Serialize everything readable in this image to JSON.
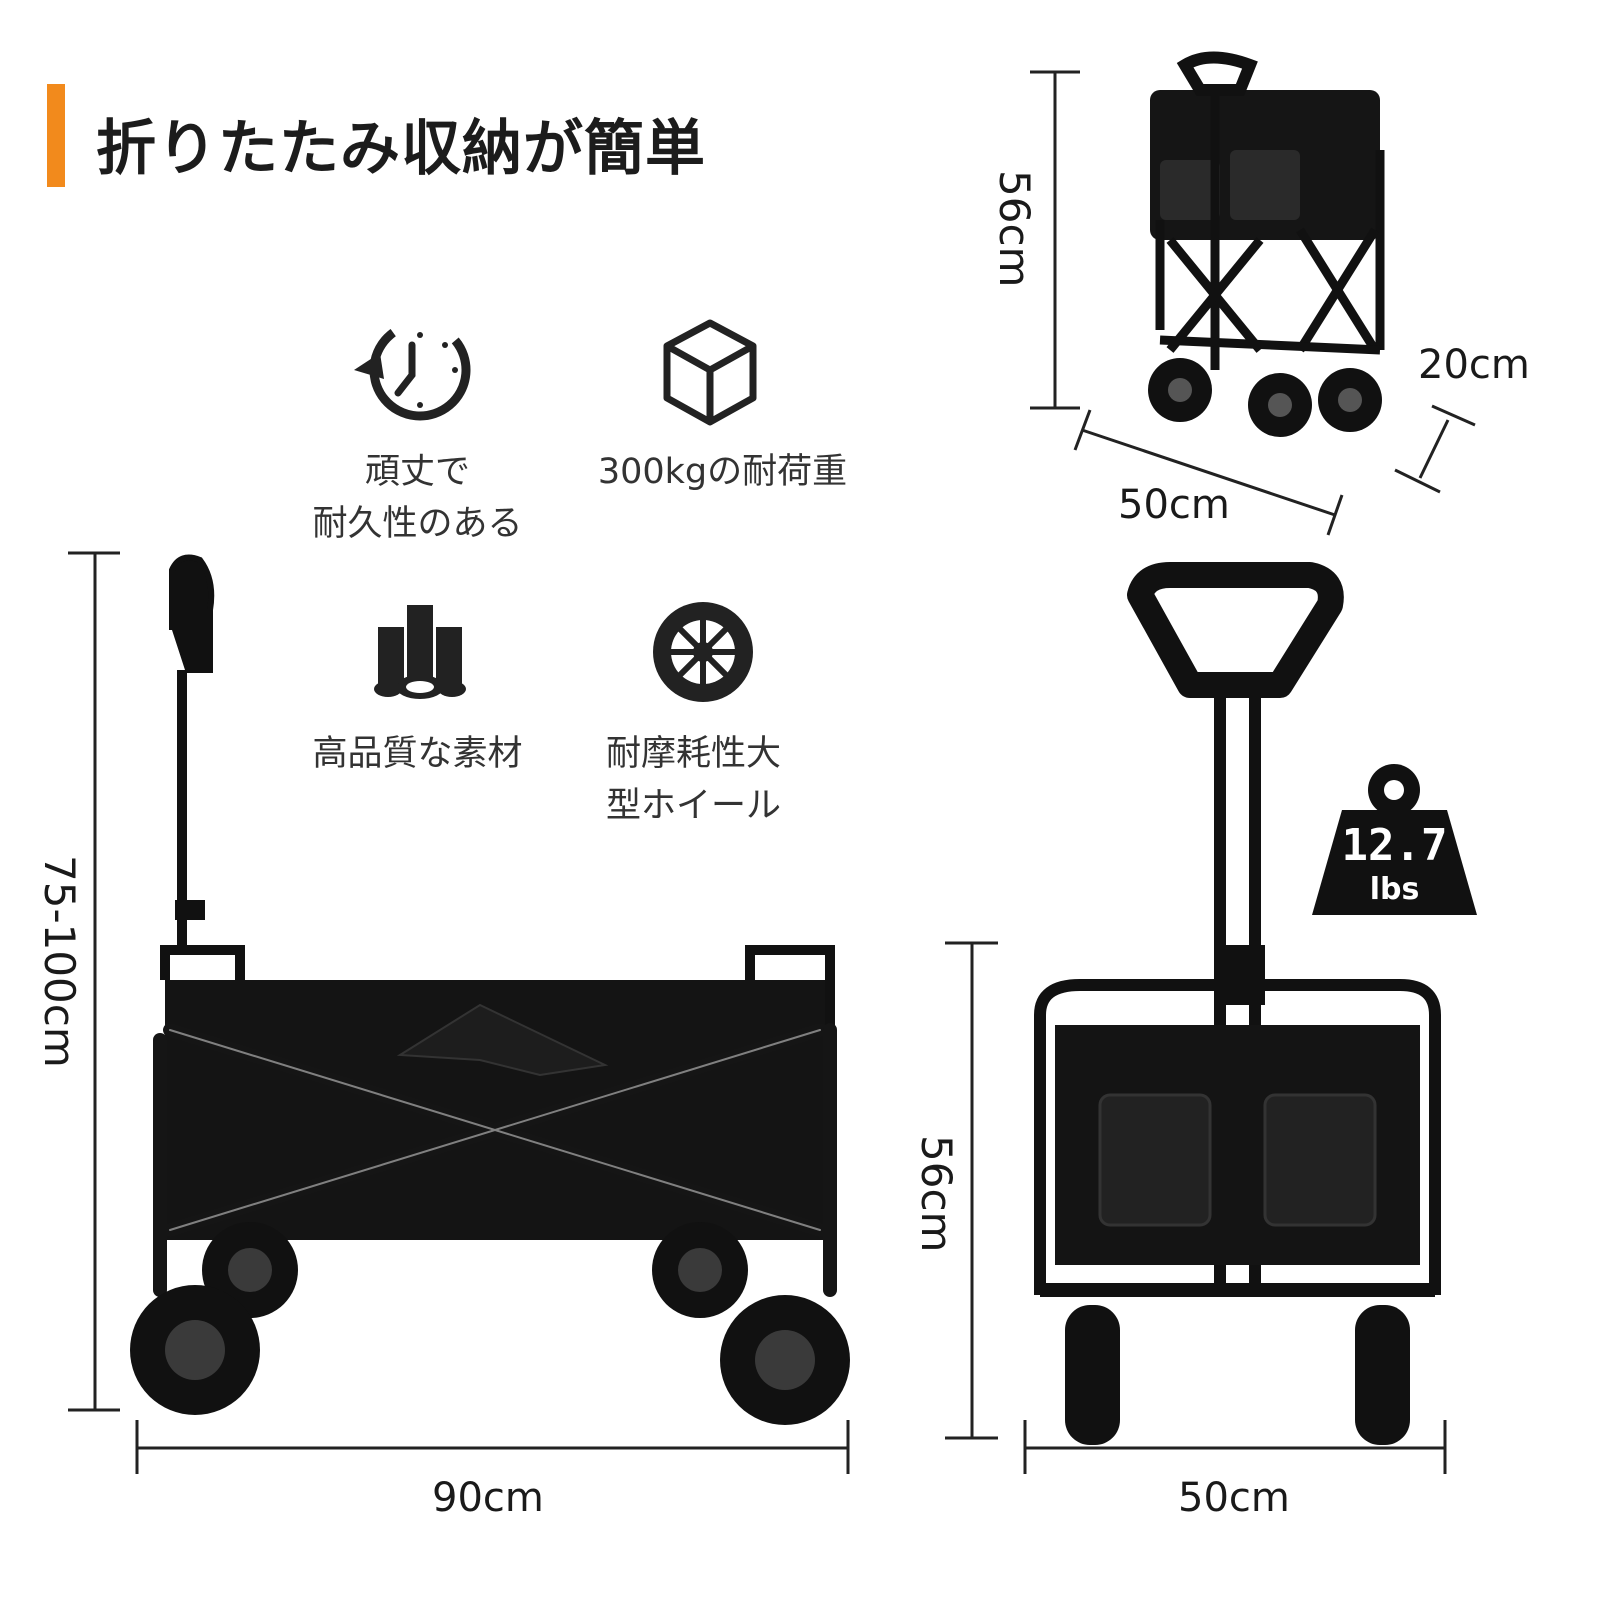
{
  "heading": {
    "title": "折りたたみ収納が簡単"
  },
  "features": [
    {
      "icon": "clock-refresh-icon",
      "lines": [
        "頑丈で",
        "耐久性のある"
      ]
    },
    {
      "icon": "cube-icon",
      "lines": [
        "300kgの耐荷重"
      ]
    },
    {
      "icon": "pipes-icon",
      "lines": [
        "高品質な素材"
      ]
    },
    {
      "icon": "wheel-icon",
      "lines": [
        "耐摩耗性大",
        "型ホイール"
      ]
    }
  ],
  "dimensions": {
    "folded_height": "56cm",
    "folded_depth": "20cm",
    "folded_width": "50cm",
    "side_height": "75-100cm",
    "side_length": "90cm",
    "front_height": "56cm",
    "front_width": "50cm"
  },
  "weight_badge": {
    "value": "12.7",
    "unit": "lbs"
  },
  "colors": {
    "accent": "#f28a1c",
    "product": "#111111"
  }
}
